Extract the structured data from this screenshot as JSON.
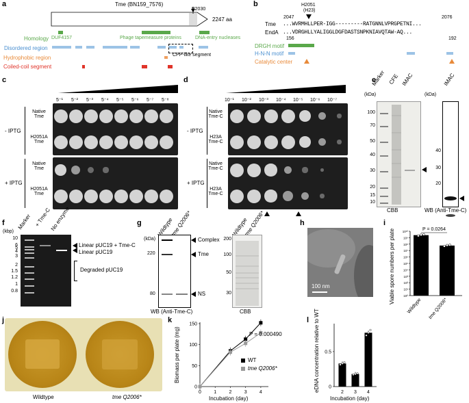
{
  "panel_labels": [
    "a",
    "b",
    "c",
    "d",
    "e",
    "f",
    "g",
    "h",
    "i",
    "j",
    "k",
    "l"
  ],
  "panel_a": {
    "title": "Tme (BN159_7576)",
    "marker": "P2030",
    "length": "2247 aa",
    "tracks": [
      {
        "name": "Homology",
        "color": "#5aa84a"
      },
      {
        "name": "Disordered region",
        "color": "#4a8fd0"
      },
      {
        "name": "Hydrophobic region",
        "color": "#e88a3a"
      },
      {
        "name": "Coiled-coil segment",
        "color": "#e0342a"
      }
    ],
    "domains": [
      "DUF4157",
      "Phage tapemeasure proteins",
      "DNA-entry nucleases"
    ],
    "cpp_label": "CPP-like segment"
  },
  "panel_b": {
    "mutation": "H2051",
    "mutation_sub": "(H23)",
    "tme_label": "Tme",
    "endA_label": "EndA",
    "tme_start": "2047",
    "tme_end": "2076",
    "endA_start": "156",
    "endA_end": "192",
    "tme_seq": "...WVRMHLLPER-IGG---------RATGNNLVPRGPETNI...",
    "endA_seq": "...VDRGHLLYALIGGLDGFDASTSNPKNIAVQTAW-AQ...",
    "motifs": [
      {
        "name": "DRGH motif",
        "color": "#5aa84a"
      },
      {
        "name": "H-N-N motif",
        "color": "#4a8fd0"
      },
      {
        "name": "Catalytic center",
        "color": "#e88a3a"
      }
    ]
  },
  "panel_c": {
    "dilutions": [
      "5⁻¹",
      "5⁻²",
      "5⁻³",
      "5⁻⁴",
      "5⁻⁵",
      "5⁻⁶",
      "5⁻⁷",
      "5⁻⁸"
    ],
    "conditions": [
      "- IPTG",
      "+ IPTG"
    ],
    "strains": [
      "Native Tme",
      "H2051A Tme"
    ]
  },
  "panel_d": {
    "dilutions": [
      "10⁻¹",
      "10⁻²",
      "10⁻³",
      "10⁻⁴",
      "10⁻⁵",
      "10⁻⁶",
      "10⁻⁷"
    ],
    "conditions": [
      "- IPTG",
      "+ IPTG"
    ],
    "strains": [
      "Native Tme-C",
      "H23A Tme-C"
    ]
  },
  "panel_e": {
    "lanes": [
      "Marker",
      "CFE",
      "IMAC"
    ],
    "unit": "(kDa)",
    "ladder": [
      "100",
      "70",
      "50",
      "40",
      "30",
      "20",
      "15",
      "10"
    ],
    "blot_ladder": [
      "40",
      "30",
      "20"
    ],
    "caption_left": "CBB",
    "caption_right": "WB (Anti-Tme-C)",
    "blot_lane": "IMAC"
  },
  "panel_f": {
    "unit": "(kbp)",
    "lanes": [
      "Marker",
      "+ Tme-C",
      "No enzyme"
    ],
    "ladder": [
      "10",
      "6",
      "5",
      "4",
      "3",
      "2",
      "1.5",
      "1.2",
      "1",
      "0.8"
    ],
    "annotations": [
      "Linear pUC19 + Tme-C",
      "Linear pUC19",
      "Degraded pUC19"
    ]
  },
  "panel_g": {
    "lanes": [
      "Wildtype",
      "tme Q2006*"
    ],
    "unit": "(kDa)",
    "ladder": [
      "220",
      "80"
    ],
    "bands": [
      "Complex",
      "Tme",
      "NS"
    ],
    "caption_left": "WB (Anti-Tme-C)",
    "caption_right": "CBB",
    "cbb_ladder": [
      "200",
      "100",
      "50",
      "30"
    ]
  },
  "panel_h": {
    "scale": "100 nm"
  },
  "panel_i": {
    "ylabel": "Viable spore numbers per plate",
    "pvalue": "P = 0.0264",
    "yticks": [
      "10¹⁰",
      "10⁹",
      "10⁸",
      "10⁷",
      "10⁶",
      "10⁵",
      "10⁴",
      "10³",
      "10²",
      "10¹",
      "10⁰"
    ],
    "categories": [
      "Wildtype",
      "tme Q2006*"
    ]
  },
  "panel_j": {
    "labels": [
      "Wildtype",
      "tme Q2006*"
    ]
  },
  "panel_k": {
    "ylabel": "Biomass per plate (mg)",
    "xlabel": "Incubation (day)",
    "pvalue": "P = 0.000490",
    "legend": [
      "WT",
      "tme Q2006*"
    ]
  },
  "panel_l": {
    "ylabel": "eDNA concentration relative to WT",
    "xlabel": "Incubation (day)"
  },
  "chart_data": [
    {
      "type": "bar",
      "id": "i",
      "categories": [
        "Wildtype",
        "tme Q2006*"
      ],
      "log_scale": true,
      "values": [
        2500000000.0,
        60000000.0
      ],
      "ylim": [
        1,
        10000000000.0
      ],
      "ylabel": "Viable spore numbers per plate"
    },
    {
      "type": "line",
      "id": "k",
      "x": [
        0,
        2,
        3,
        4
      ],
      "series": [
        {
          "name": "WT",
          "values": [
            0,
            85,
            113,
            152
          ],
          "color": "#000000"
        },
        {
          "name": "tme Q2006*",
          "values": [
            0,
            82,
            103,
            128
          ],
          "color": "#999999"
        }
      ],
      "xlim": [
        0,
        4.5
      ],
      "ylim": [
        0,
        150
      ],
      "xticks": [
        0,
        1,
        2,
        3,
        4
      ],
      "yticks": [
        0,
        50,
        100,
        150
      ],
      "xlabel": "Incubation (day)",
      "ylabel": "Biomass per plate (mg)"
    },
    {
      "type": "bar",
      "id": "l",
      "categories": [
        "2",
        "3",
        "4"
      ],
      "values": [
        0.33,
        0.18,
        0.77
      ],
      "ylim": [
        0,
        0.9
      ],
      "yticks": [
        0,
        0.5
      ],
      "xlabel": "Incubation (day)",
      "ylabel": "eDNA concentration relative to WT"
    }
  ]
}
